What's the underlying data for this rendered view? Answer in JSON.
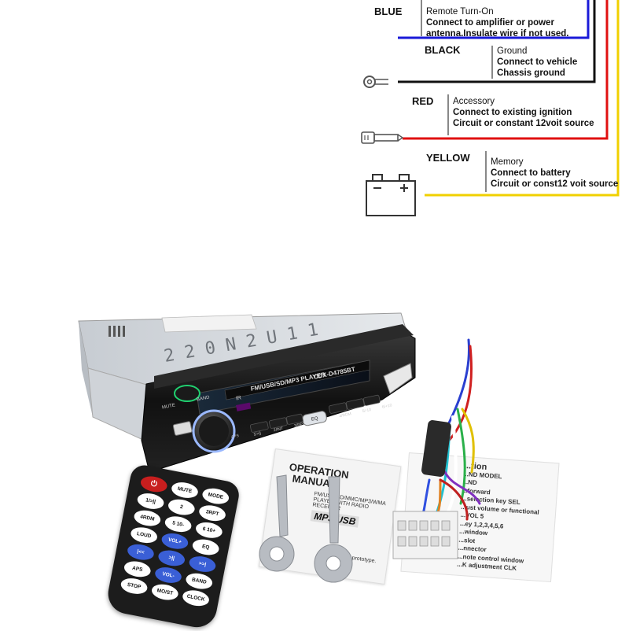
{
  "wiring_diagram": {
    "entries": [
      {
        "color": "BLUE",
        "lines": [
          "Remote Turn-On",
          "Connect to amplifier or power",
          "antenna.Insulate wire if not used."
        ],
        "wire_hex": "#1a1ad8"
      },
      {
        "color": "BLACK",
        "lines": [
          "Ground",
          "Connect to vehicle",
          "Chassis ground"
        ],
        "wire_hex": "#111111"
      },
      {
        "color": "RED",
        "lines": [
          "Accessory",
          "Connect to existing ignition",
          "Circuit or constant 12voit source"
        ],
        "wire_hex": "#e01010"
      },
      {
        "color": "YELLOW",
        "lines": [
          "Memory",
          "Connect to battery",
          "Circuit or const12 voit source"
        ],
        "wire_hex": "#f0d000"
      }
    ]
  },
  "head_unit": {
    "display_text": "FM/USB/SD/MP3 PLAYER",
    "model": "CDX-D4785BT",
    "ir_label": "IR",
    "band_label": "BAND",
    "mute_label": "MUTE",
    "preset_labels": [
      "1/>||",
      "2/INT",
      "3/RPT",
      "4/RDM",
      "5/-10",
      "6/+10"
    ],
    "eq_label": "EQ",
    "aps_label": "APS"
  },
  "remote": {
    "buttons": [
      [
        "",
        "MUTE",
        "MODE"
      ],
      [
        "1/>||",
        "2",
        "3RPT"
      ],
      [
        "4RDM",
        "5 10-",
        "6 10+"
      ],
      [
        "LOUD",
        "VOL+",
        "EQ"
      ],
      [
        "|<<",
        ">||",
        ">>|"
      ],
      [
        "APS",
        "VOL-",
        "BAND"
      ],
      [
        "STOP",
        "MO/ST",
        "CLOCK"
      ]
    ],
    "button_colors": {
      "power": "#c81e1e",
      "blue": "#3a5fd6",
      "white": "#ffffff",
      "body": "#1c1c1c"
    }
  },
  "manual": {
    "title_line1": "OPERATION",
    "title_line2": "MANUAL",
    "subtitle": "FM/USB/SD/MMC/MP3/WMA PLAYER WITH RADIO RECEIVER",
    "badge": "MP3 USB",
    "footnote": "...ence only, ...prototype."
  },
  "card2": {
    "lines": [
      "...tion",
      "...ND MODEL",
      "...ND",
      "...forward",
      "...selection key SEL",
      "...ust volume or functional",
      "...VOL 5",
      "...ey 1,2,3,4,5,6",
      "...window",
      "...slot",
      "...nnector",
      "...note control window",
      "...K adjustment CLK"
    ]
  }
}
